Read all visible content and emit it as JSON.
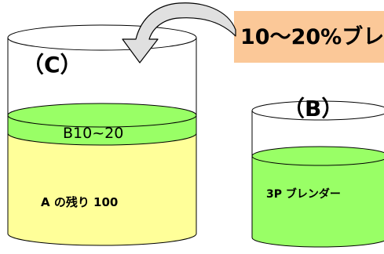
{
  "callout": {
    "text": "10～20%ブレ"
  },
  "beaker_c": {
    "label": "（C）",
    "layer_top": "B10~20",
    "layer_bottom": "A の残り 100"
  },
  "beaker_b": {
    "label": "（B）",
    "content": "3P ブレンダー"
  },
  "colors": {
    "callout_fill": "#fbc898",
    "yellow_liquid": "#ffff99",
    "green_liquid": "#99ff66",
    "outline": "#000000",
    "arrow_fill": "#e0e0e0"
  }
}
